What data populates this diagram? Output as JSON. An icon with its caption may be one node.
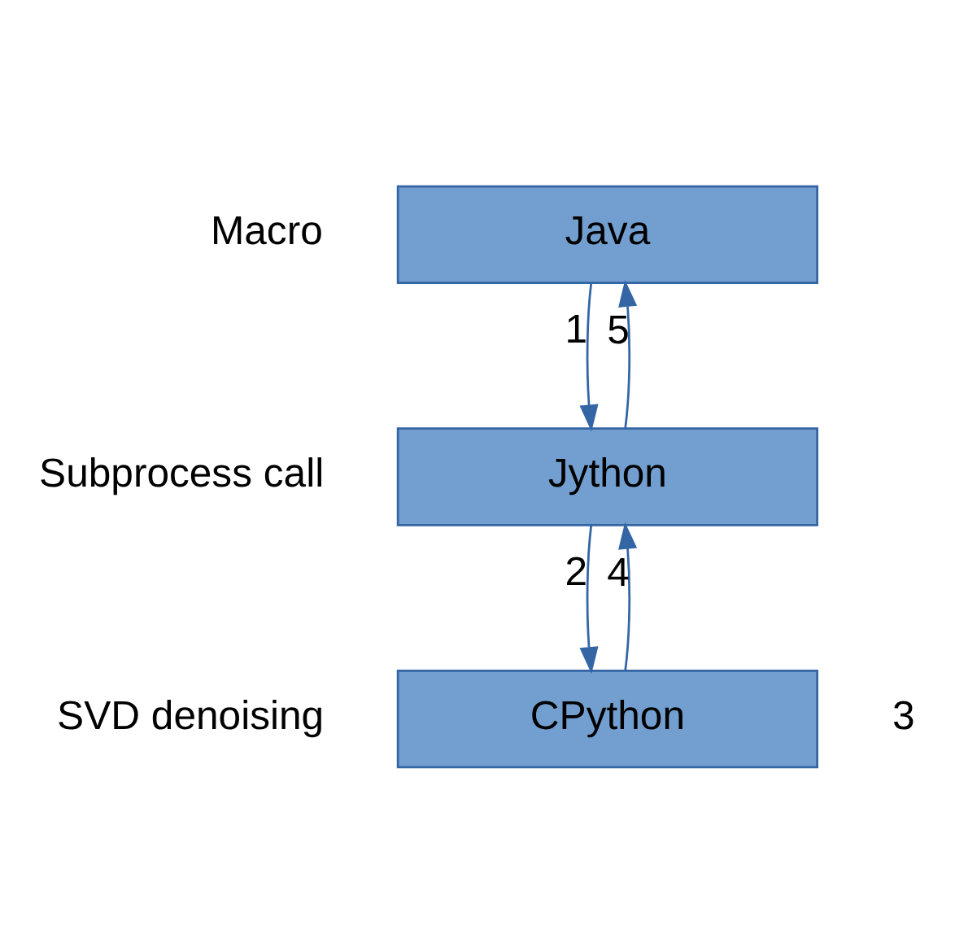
{
  "diagram": {
    "nodes": [
      {
        "text": [
          "Java"
        ],
        "beside": [
          "Macro"
        ]
      },
      {
        "text": [
          "Jython"
        ],
        "beside": [
          "Subprocess call"
        ]
      },
      {
        "text": [
          "CPython"
        ],
        "beside": [
          "SVD denoising",
          "3"
        ]
      }
    ],
    "edges": [
      {
        "from": 0,
        "to": 1,
        "arrow": "to",
        "label": "1"
      },
      {
        "from": 1,
        "to": 0,
        "arrow": "to",
        "label": "5"
      },
      {
        "from": 1,
        "to": 2,
        "arrow": "to",
        "label": "2"
      },
      {
        "from": 2,
        "to": 1,
        "arrow": "to",
        "label": "4"
      }
    ]
  }
}
